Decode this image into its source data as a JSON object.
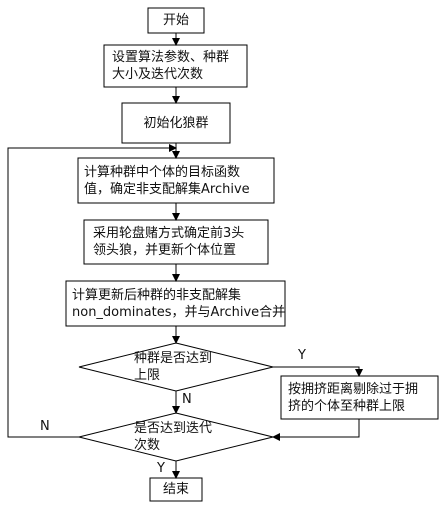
{
  "flowchart": {
    "start": "开始",
    "step_setup": [
      "设置算法参数、种群",
      "大小及迭代次数"
    ],
    "step_init": "初始化狼群",
    "step_compute": [
      "计算种群中个体的目标函数",
      "值，确定非支配解集Archive"
    ],
    "step_select": [
      "采用轮盘赌方式确定前3头",
      "领头狼，并更新个体位置"
    ],
    "step_update": [
      "计算更新后种群的非支配解集",
      "non_dominates，并与Archive合并"
    ],
    "decision_size": [
      "种群是否达到",
      "上限"
    ],
    "step_prune": [
      "按拥挤距离剔除过于拥",
      "挤的个体至种群上限"
    ],
    "decision_iter": [
      "是否达到迭代",
      "次数"
    ],
    "end": "结束",
    "labels": {
      "yes_size": "Y",
      "no_size": "N",
      "no_iter": "N",
      "yes_iter": "Y"
    }
  }
}
